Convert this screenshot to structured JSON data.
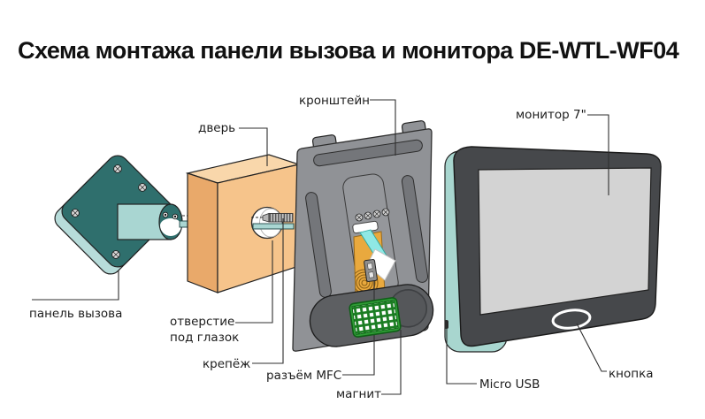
{
  "title": "Схема монтажа панели вызова и монитора DE-WTL-WF04",
  "diagram": {
    "labels": {
      "bracket": "кронштейн",
      "monitor": "монитор 7\"",
      "door": "дверь",
      "call_panel": "панель вызова",
      "peephole_hole_line1": "отверстие",
      "peephole_hole_line2": "под глазок",
      "fastener": "крепёж",
      "mfc_connector": "разъём MFC",
      "magnet": "магнит",
      "micro_usb": "Micro USB",
      "button": "кнопка"
    },
    "colors": {
      "panel_front": "#2f6f6d",
      "panel_edge": "#b7dcda",
      "tube": "#a9d6d2",
      "door_front": "#f6c48b",
      "door_side": "#e9a96a",
      "door_top": "#f9d7ab",
      "bracket": "#909296",
      "bracket_slot": "#74767a",
      "bracket_panel": "#95979b",
      "magnet": "#5d5f62",
      "connector_green": "#2f9e36",
      "flex_pcb": "#e9a93e",
      "ribbon_cyan": "#8fe8e4",
      "monitor_bezel": "#46484b",
      "monitor_screen": "#d3d3d3",
      "monitor_back": "#a8d6cf",
      "label_text": "#1c1c1c"
    }
  }
}
